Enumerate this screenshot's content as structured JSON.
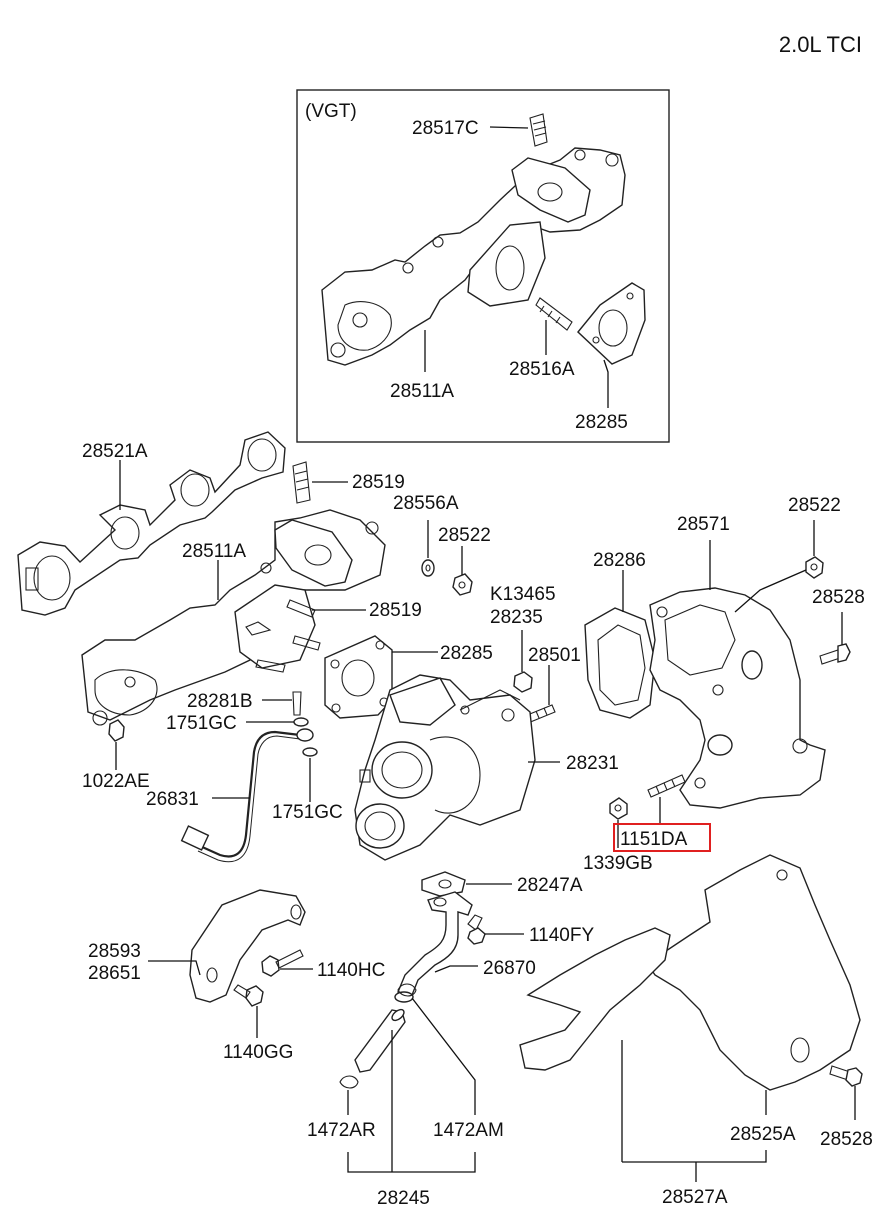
{
  "engine": "2.0L TCI",
  "vgt_label": "(VGT)",
  "highlight_color": "#e02020",
  "highlighted_part": "1151DA",
  "labels": {
    "p28517C": "28517C",
    "p28511A_vgt": "28511A",
    "p28516A": "28516A",
    "p28285_vgt": "28285",
    "p28521A": "28521A",
    "p28519_top": "28519",
    "p28556A": "28556A",
    "p28522_mid": "28522",
    "p28511A": "28511A",
    "p28519_mid": "28519",
    "pK13465": "K13465",
    "p28235": "28235",
    "p28285": "28285",
    "p28501": "28501",
    "p28286": "28286",
    "p28571": "28571",
    "p28522_right": "28522",
    "p28528_top": "28528",
    "p28281B": "28281B",
    "p1751GC_top": "1751GC",
    "p1022AE": "1022AE",
    "p26831": "26831",
    "p1751GC_bot": "1751GC",
    "p28231": "28231",
    "p1151DA": "1151DA",
    "p1339GB": "1339GB",
    "p28247A": "28247A",
    "p1140FY": "1140FY",
    "p28593": "28593",
    "p28651": "28651",
    "p1140HC": "1140HC",
    "p26870": "26870",
    "p1140GG": "1140GG",
    "p1472AR": "1472AR",
    "p1472AM": "1472AM",
    "p28245": "28245",
    "p28525A": "28525A",
    "p28528_bot": "28528",
    "p28527A": "28527A"
  }
}
